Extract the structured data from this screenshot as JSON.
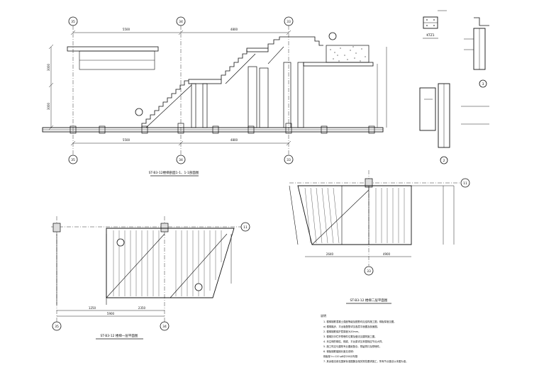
{
  "axes": {
    "a35": "35",
    "a34": "34",
    "a33": "33",
    "a11": "11",
    "section1_top": "3",
    "section2_top": "2"
  },
  "titles": {
    "elevation": "ST-B3-12楼梯剖面1-1、1-1剖面图",
    "plan_left": "ST-B3-12 楼梯一层平面图",
    "plan_right": "ST-B3-12 楼梯二层平面图",
    "detail_label": "KTZ1"
  },
  "dims": {
    "d1": "5500",
    "d2": "4800",
    "d3": "3000",
    "d4": "5500",
    "d5": "4800",
    "d6": "1250",
    "d7": "2350",
    "d8": "5900",
    "d9": "2640",
    "d10": "4900"
  },
  "notes": {
    "heading": "说明",
    "lines": [
      "1. 楼梯钢筋混凝土强度等级及配筋均见结构施工图，梯板厚度见图。",
      "   a) 楼梯踏步、平台板配筋详见各层平面图及剖面图。",
      "2. 楼梯钢筋保护层厚度为20mm。",
      "3. 楼梯扶手栏杆预埋件位置及做法见建筑施工图。",
      "4. 未注明的梯柱、梯梁、平台梁详见本图相应节点大样。",
      "5. 施工时应与建筑专业图纸配合，预留洞口及预埋件。",
      "6. 梯板钢筋锚固长度见说明：",
      "   梯板厚 h=120 φ8@200分布筋",
      "7. 其余做法参见国家标准图集及相关规范要求施工，所有节点做法以本图为准。"
    ]
  },
  "colors": {
    "ink": "#111111",
    "paper": "#ffffff"
  }
}
